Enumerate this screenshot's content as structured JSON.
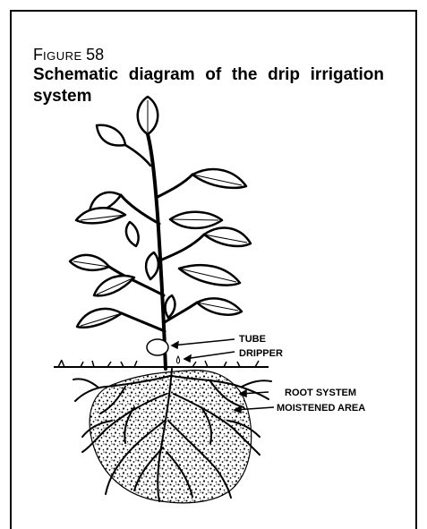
{
  "figure": {
    "label_prefix": "F",
    "label_rest": "IGURE",
    "number": "58",
    "title": "Schematic diagram of the drip irrigation system"
  },
  "labels": {
    "tube": "TUBE",
    "dripper": "DRIPPER",
    "root_system": "ROOT SYSTEM",
    "moistened_area": "MOISTENED AREA"
  }
}
